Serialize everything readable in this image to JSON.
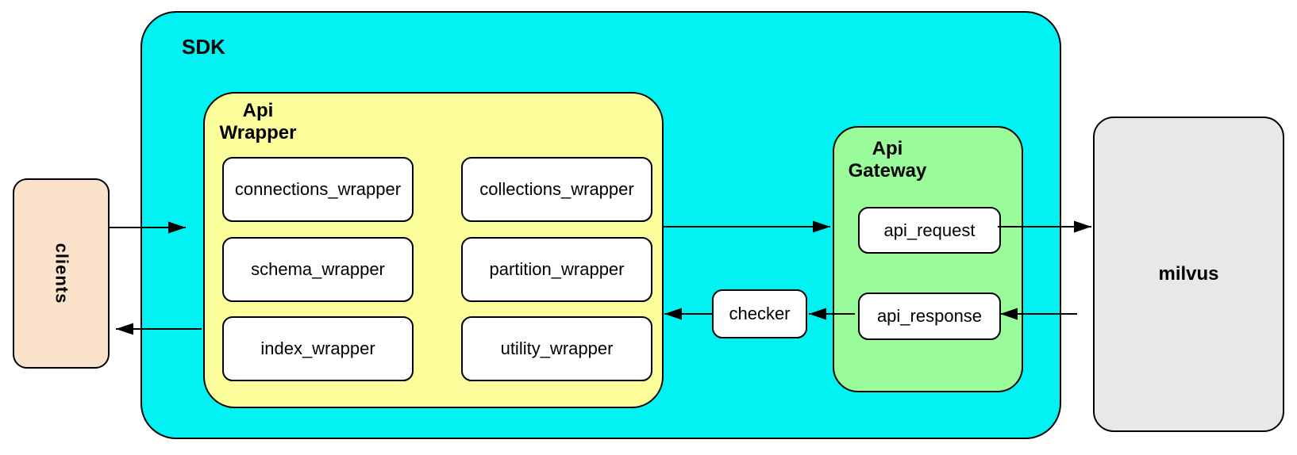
{
  "colors": {
    "cyan": "#00f2f2",
    "yellow": "#fbfd9b",
    "green": "#9afb9a",
    "peach": "#fbe3cb",
    "gray": "#e8e8e8",
    "stroke": "#000000",
    "boxfill": "#ffffff"
  },
  "diagram": {
    "clients_label": "clients",
    "sdk_label": "SDK",
    "api_wrapper_label": "Api\nWrapper",
    "wrappers": [
      "connections_wrapper",
      "collections_wrapper",
      "schema_wrapper",
      "partition_wrapper",
      "index_wrapper",
      "utility_wrapper"
    ],
    "api_gateway_label": "Api\nGateway",
    "api_request_label": "api_request",
    "api_response_label": "api_response",
    "checker_label": "checker",
    "milvus_label": "milvus",
    "arrows": [
      {
        "from": "clients",
        "to": "SDK"
      },
      {
        "from": "Api Wrapper",
        "to": "clients"
      },
      {
        "from": "Api Wrapper",
        "to": "Api Gateway / api_request"
      },
      {
        "from": "api_request",
        "to": "milvus"
      },
      {
        "from": "milvus",
        "to": "api_response"
      },
      {
        "from": "api_response",
        "to": "checker"
      },
      {
        "from": "checker",
        "to": "Api Wrapper"
      }
    ]
  }
}
